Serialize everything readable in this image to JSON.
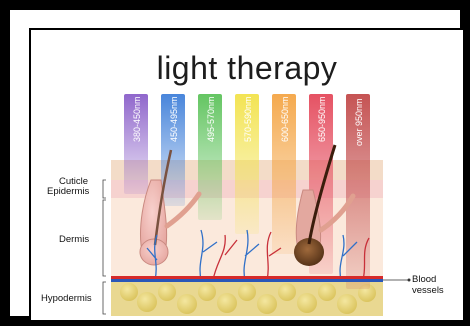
{
  "title": "light therapy",
  "wavelengths": [
    {
      "label": "380-450nm",
      "color": "#8a5fc9"
    },
    {
      "label": "450-495nm",
      "color": "#3f7fd9"
    },
    {
      "label": "495-570nm",
      "color": "#5cc25a"
    },
    {
      "label": "570-590nm",
      "color": "#f2e24a"
    },
    {
      "label": "600-650nm",
      "color": "#f4a545"
    },
    {
      "label": "650-950nm",
      "color": "#e4495b"
    },
    {
      "label": "over 950nm",
      "color": "#c24a4a"
    }
  ],
  "layers": {
    "cuticle": "Cuticle",
    "epidermis": "Epidermis",
    "dermis": "Dermis",
    "hypodermis": "Hypodermis",
    "blood_vessels": "Blood vessels"
  }
}
